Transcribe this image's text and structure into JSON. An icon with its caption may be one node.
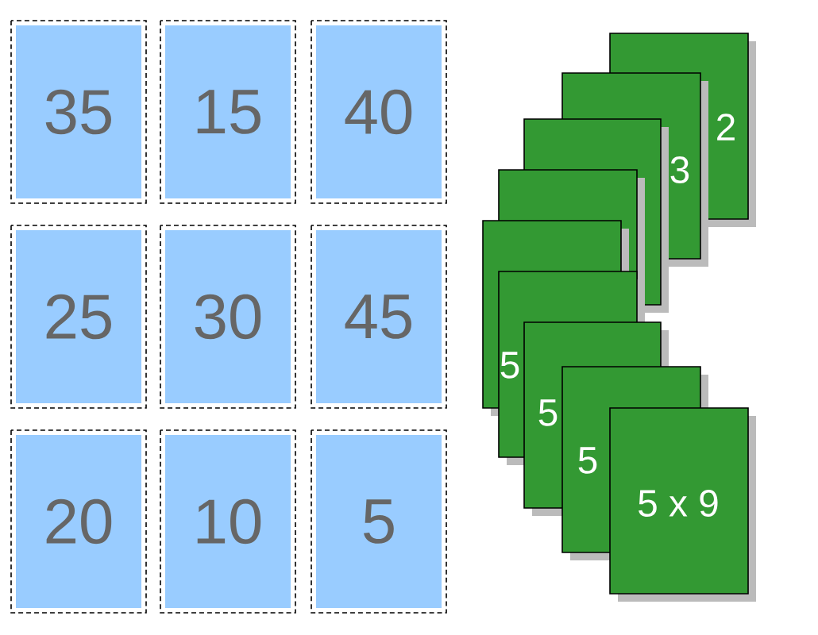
{
  "diagram": {
    "nodes": [
      {
        "text": [
          "35"
        ]
      },
      {
        "text": [
          "15"
        ]
      },
      {
        "text": [
          "40"
        ]
      },
      {
        "text": [
          "25"
        ]
      },
      {
        "text": [
          "30"
        ]
      },
      {
        "text": [
          "45"
        ]
      },
      {
        "text": [
          "20"
        ]
      },
      {
        "text": [
          "10"
        ]
      },
      {
        "text": [
          "5"
        ]
      }
    ],
    "labels": [
      "2",
      "3",
      "5",
      "5",
      "5",
      "5 x 9"
    ]
  }
}
